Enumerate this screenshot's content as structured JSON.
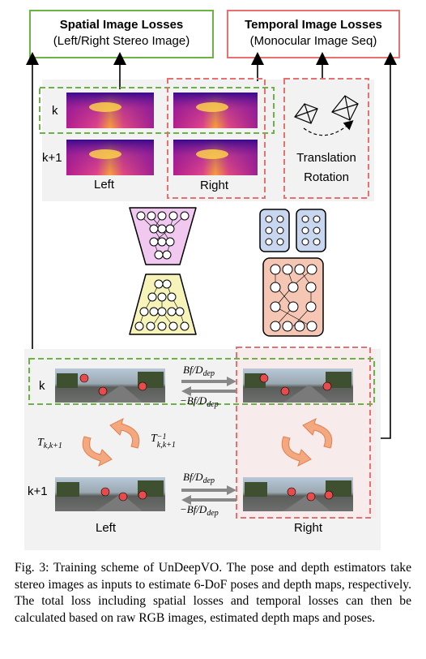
{
  "diagram": {
    "spatial_box": {
      "title": "Spatial Image Losses",
      "subtitle": "(Left/Right Stereo Image)",
      "color": "#6ab344"
    },
    "temporal_box": {
      "title": "Temporal Image Losses",
      "subtitle": "(Monocular Image Seq)",
      "color": "#e8706e"
    },
    "depth_section": {
      "row_labels": [
        "k",
        "k+1"
      ],
      "col_labels": [
        "Left",
        "Right"
      ]
    },
    "pose_box": {
      "line1": "Translation",
      "line2": "Rotation"
    },
    "rgb_section": {
      "row_labels": [
        "k",
        "k+1"
      ],
      "col_labels": [
        "Left",
        "Right"
      ],
      "transform_forward": {
        "base": "T",
        "sub": "k,k+1"
      },
      "transform_inverse": {
        "base": "T",
        "sup": "−1",
        "sub": "k,k+1"
      },
      "disp_forward": {
        "text": "Bf/D",
        "sub": "dep"
      },
      "disp_inverse": {
        "text": "−Bf/D",
        "sub": "dep"
      }
    },
    "network_colors": {
      "depth_decoder": "#f0c8f0",
      "depth_encoder": "#f6f4b8",
      "pose_heads": "#c8d6f0",
      "pose_body": "#f6c6b4"
    }
  },
  "caption": "Fig. 3: Training scheme of UnDeepVO. The pose and depth estimators take stereo images as inputs to estimate 6-DoF poses and depth maps, respectively. The total loss including spatial losses and temporal losses can then be calculated based on raw RGB images, estimated depth maps and poses."
}
